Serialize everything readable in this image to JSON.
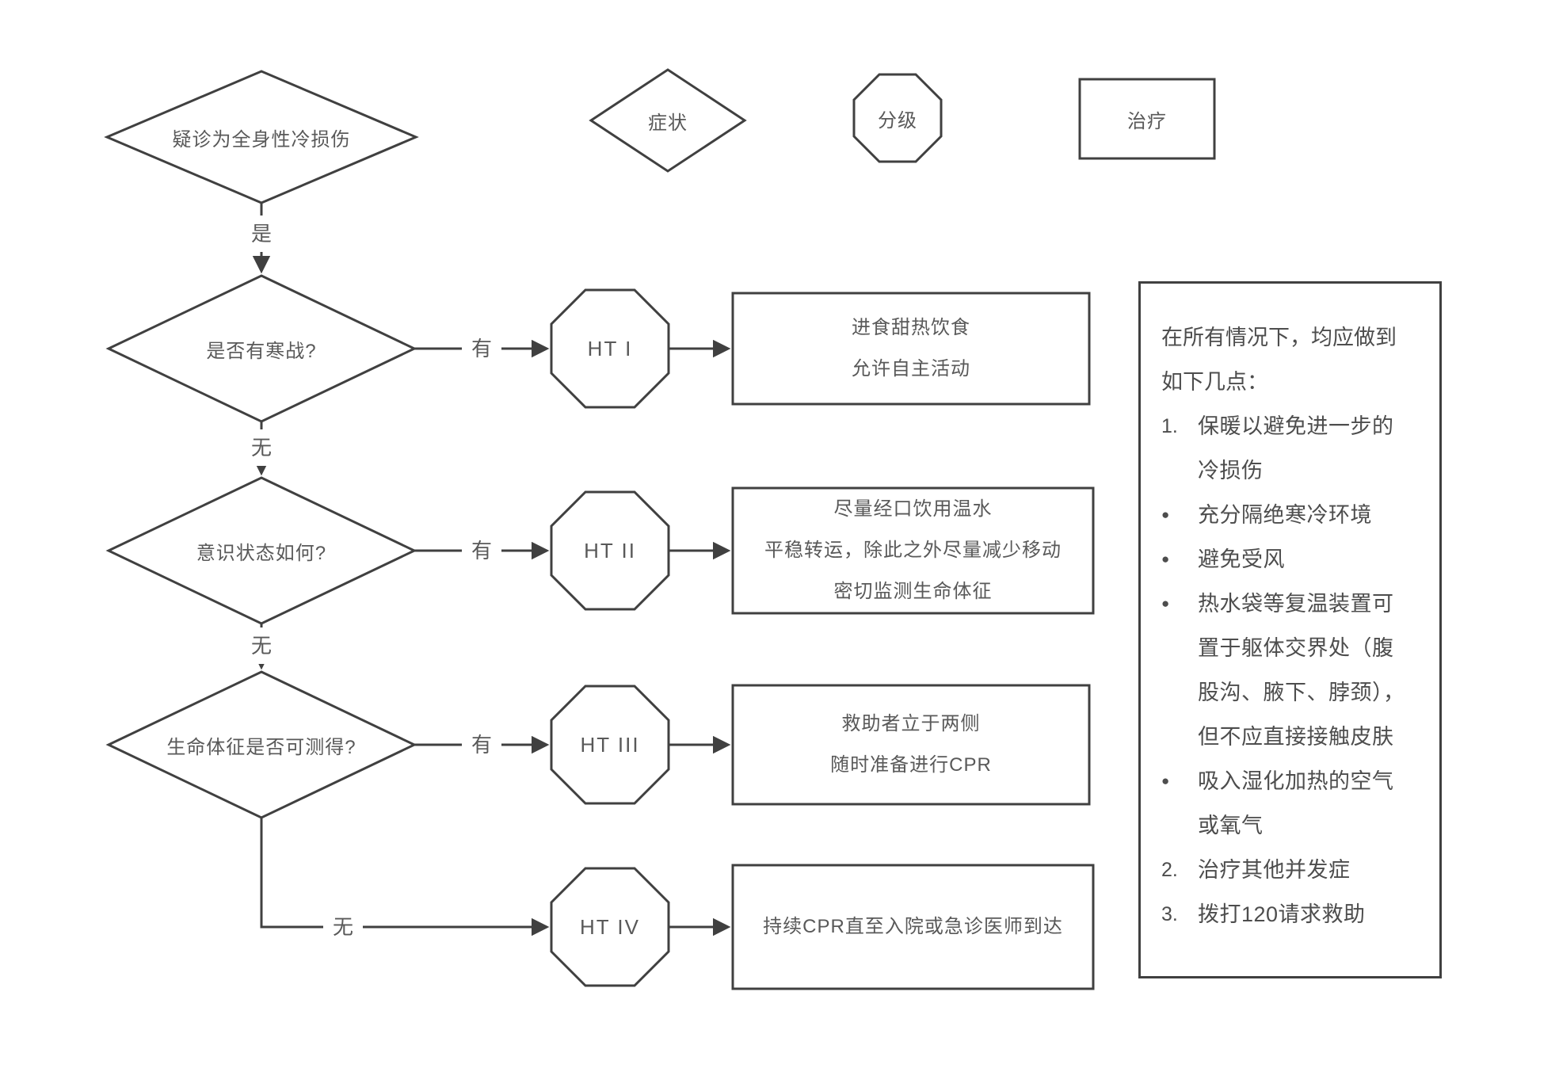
{
  "page": {
    "background_color": "#ffffff",
    "line_color": "#404040",
    "text_color": "#595959"
  },
  "legend": {
    "symptom": {
      "shape": "diamond",
      "label": "症状"
    },
    "grade": {
      "shape": "octagon",
      "label": "分级"
    },
    "treatment": {
      "shape": "rectangle",
      "label": "治疗"
    }
  },
  "flow": {
    "start": {
      "label": "疑诊为全身性冷损伤"
    },
    "start_branch_label": "是",
    "decisions": [
      {
        "label": "是否有寒战?",
        "yes_label": "有",
        "no_label": "无"
      },
      {
        "label": "意识状态如何?",
        "yes_label": "有",
        "no_label": "无"
      },
      {
        "label": "生命体征是否可测得?",
        "yes_label": "有",
        "no_label": "无"
      }
    ],
    "grades": [
      "HT I",
      "HT II",
      "HT III",
      "HT IV"
    ],
    "treatments": [
      {
        "lines": [
          "进食甜热饮食",
          "允许自主活动"
        ]
      },
      {
        "lines": [
          "尽量经口饮用温水",
          "平稳转运，除此之外尽量减少移动",
          "密切监测生命体征"
        ]
      },
      {
        "lines": [
          "救助者立于两侧",
          "随时准备进行CPR"
        ]
      },
      {
        "lines": [
          "持续CPR直至入院或急诊医师到达"
        ]
      }
    ]
  },
  "side_panel": {
    "intro": "在所有情况下，均应做到\n如下几点：",
    "items": [
      {
        "marker": "1.",
        "text": "保暖以避免进一步的\n冷损伤"
      },
      {
        "marker": "●",
        "text": "充分隔绝寒冷环境"
      },
      {
        "marker": "●",
        "text": "避免受风"
      },
      {
        "marker": "●",
        "text": "热水袋等复温装置可\n置于躯体交界处（腹\n股沟、腋下、脖颈），\n但不应直接接触皮肤"
      },
      {
        "marker": "●",
        "text": "吸入湿化加热的空气\n或氧气"
      },
      {
        "marker": "2.",
        "text": "治疗其他并发症"
      },
      {
        "marker": "3.",
        "text": "拨打120请求救助"
      }
    ]
  }
}
